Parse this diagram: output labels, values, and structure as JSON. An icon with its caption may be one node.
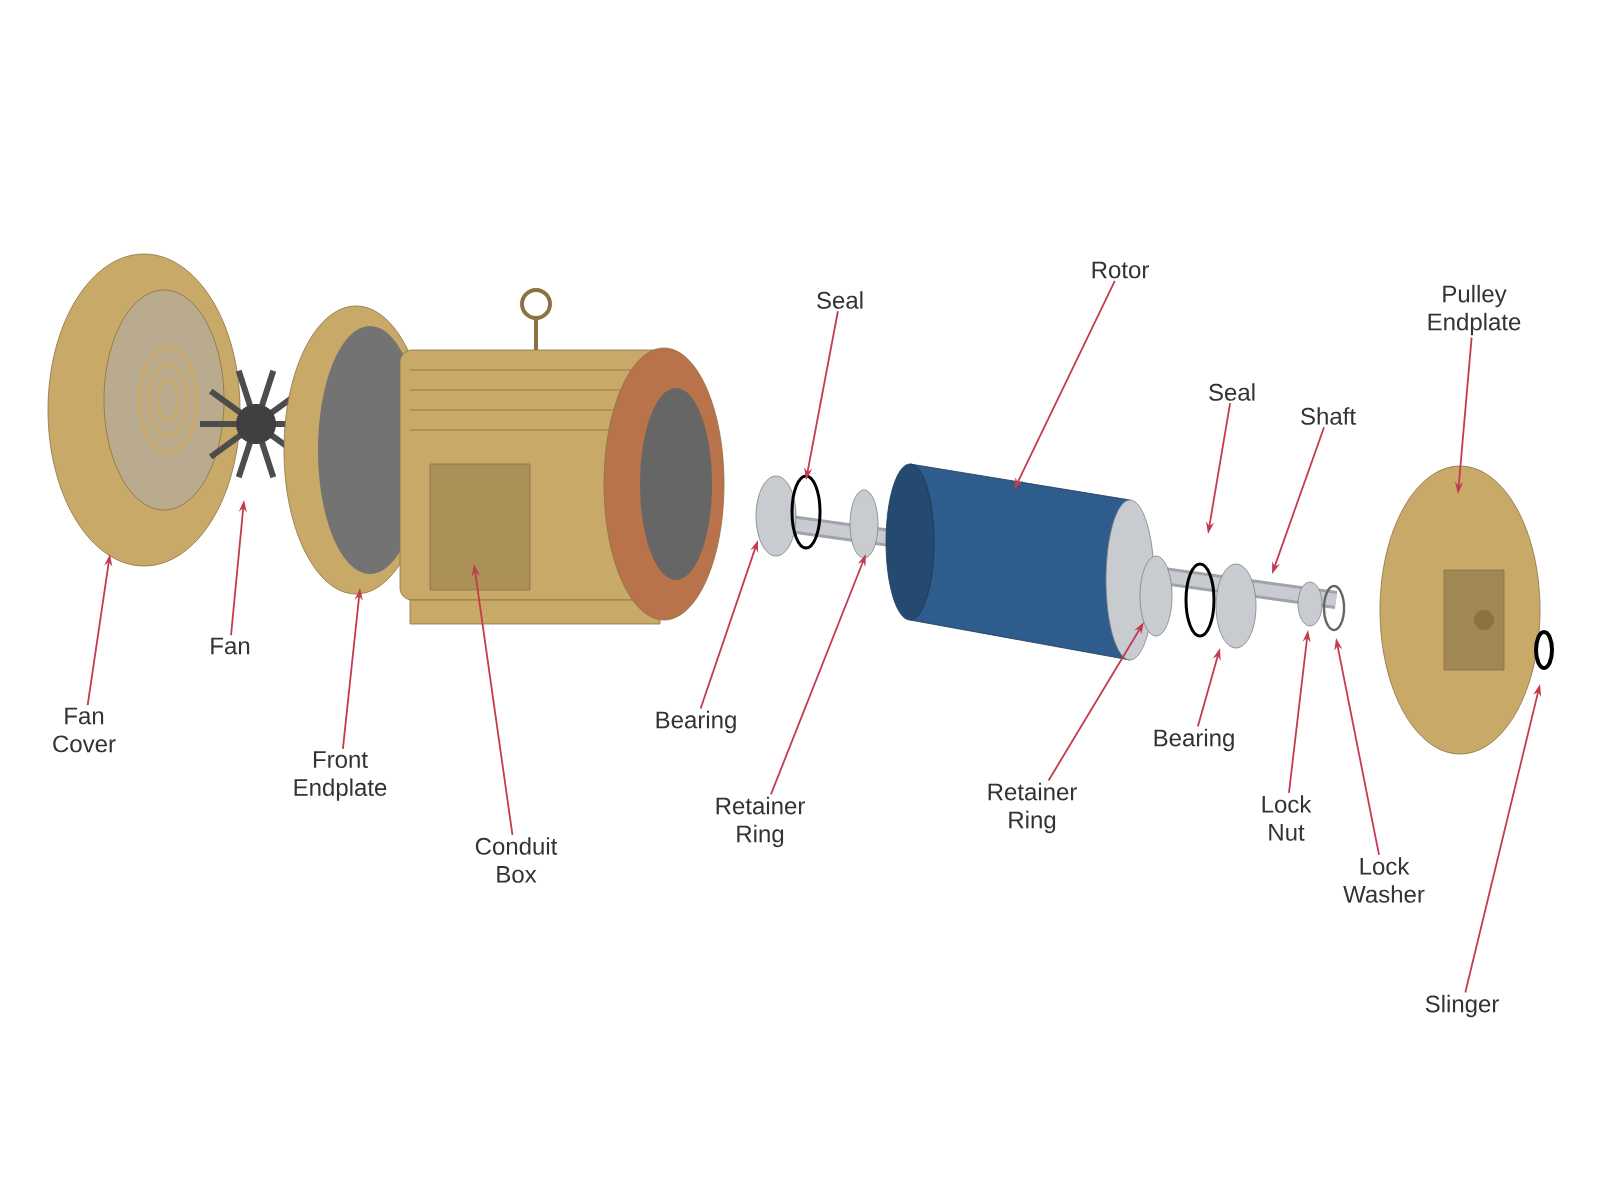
{
  "diagram": {
    "nodes": [
      {
        "text": [
          "Fan Cover"
        ]
      },
      {
        "text": [
          "Fan"
        ]
      },
      {
        "text": [
          "Front Endplate"
        ]
      },
      {
        "text": [
          "Conduit Box"
        ]
      },
      {
        "text": [
          "Seal"
        ]
      },
      {
        "text": [
          "Bearing"
        ]
      },
      {
        "text": [
          "Retainer Ring"
        ]
      },
      {
        "text": [
          "Rotor"
        ]
      },
      {
        "text": [
          "Seal"
        ]
      },
      {
        "text": [
          "Shaft"
        ]
      },
      {
        "text": [
          "Bearing"
        ]
      },
      {
        "text": [
          "Retainer Ring"
        ]
      },
      {
        "text": [
          "Lock Nut"
        ]
      },
      {
        "text": [
          "Lock Washer"
        ]
      },
      {
        "text": [
          "Pulley Endplate"
        ]
      },
      {
        "text": [
          "Slinger"
        ]
      }
    ],
    "edges": [
      {
        "from": 0,
        "to": null,
        "arrow": "to"
      },
      {
        "from": 1,
        "to": null,
        "arrow": "to"
      },
      {
        "from": 2,
        "to": null,
        "arrow": "to"
      },
      {
        "from": 3,
        "to": null,
        "arrow": "to"
      },
      {
        "from": 4,
        "to": null,
        "arrow": "to"
      },
      {
        "from": 5,
        "to": null,
        "arrow": "to"
      },
      {
        "from": 6,
        "to": null,
        "arrow": "to"
      },
      {
        "from": 7,
        "to": null,
        "arrow": "to"
      },
      {
        "from": 8,
        "to": null,
        "arrow": "to"
      },
      {
        "from": 9,
        "to": null,
        "arrow": "to"
      },
      {
        "from": 10,
        "to": null,
        "arrow": "to"
      },
      {
        "from": 11,
        "to": null,
        "arrow": "to"
      },
      {
        "from": 12,
        "to": null,
        "arrow": "to"
      },
      {
        "from": 13,
        "to": null,
        "arrow": "to"
      },
      {
        "from": 14,
        "to": null,
        "arrow": "to"
      },
      {
        "from": 15,
        "to": null,
        "arrow": "to"
      }
    ]
  }
}
